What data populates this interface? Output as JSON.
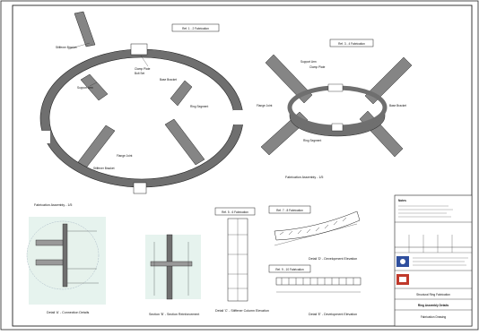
{
  "views": {
    "ring_large": {
      "tag": "Ref. 1 - 2 Fabrication",
      "caption": "Fabrication Assembly - 1/5",
      "callouts": [
        "Stiffener Bracket",
        "Support Arm",
        "Clamp Plate",
        "Bolt Set",
        "Base Bracket",
        "Ring Segment",
        "Flange Joint",
        "Stiffener Bracket"
      ]
    },
    "ring_small": {
      "tag": "Ref. 3 - 4 Fabrication",
      "caption": "Fabrication Assembly - 1/5",
      "callouts": [
        "Support Arm",
        "Clamp Plate",
        "Flange Joint",
        "Base Bracket",
        "Ring Segment"
      ]
    },
    "detail_weld": {
      "caption": "Detail 'A' - Connection Details"
    },
    "detail_section": {
      "caption": "Section 'B' - Section Reinforcement"
    },
    "detail_column": {
      "tag": "Ref. 5 - 6 Fabrication",
      "caption": "Detail 'C' - Stiffener Column Elevation"
    },
    "detail_curve_top": {
      "tag": "Ref. 7 - 8 Fabrication",
      "caption": "Detail 'D' - Development Elevation"
    },
    "detail_curve_bottom": {
      "tag": "Ref. 9 - 10 Fabrication",
      "caption": "Detail 'E' - Development Elevation"
    }
  },
  "title_block": {
    "notes_heading": "Notes",
    "project": "Structural Ring Fabrication",
    "drawing_title": "Ring Assembly Details",
    "status": "Fabrication Drawing"
  },
  "colors": {
    "ring_fill": "#6f6f6f",
    "arm_fill": "#858585",
    "detail_tint": "#d6ebe2",
    "line": "#222222",
    "logo_blue": "#2f4f9e",
    "logo_red": "#c0392b"
  },
  "icons": [
    "logo-icon"
  ]
}
